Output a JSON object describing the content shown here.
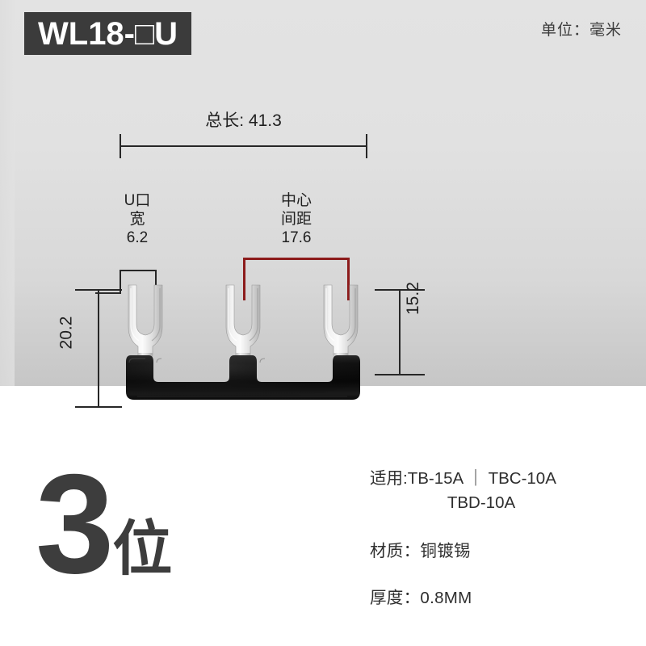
{
  "header": {
    "model_badge": "WL18-□U",
    "unit_note": "单位：毫米"
  },
  "diagram": {
    "total_length": {
      "label": "总长: 41.3",
      "value": 41.3
    },
    "u_opening": {
      "line1": "U口",
      "line2": "宽",
      "value": "6.2"
    },
    "center_spacing": {
      "line1": "中心",
      "line2": "间距",
      "value": "17.6",
      "color": "#8c1b1b"
    },
    "height_overall": "20.2",
    "height_fork": "15.2",
    "product": {
      "name": "3-position U-fork jumper bar",
      "terminal_count": 3,
      "metal_color": "#e9e9e9",
      "body_color": "#141414"
    }
  },
  "footer": {
    "quantity_number": "3",
    "quantity_unit": "位",
    "compat_line1": "适用:TB-15A ｜ TBC-10A",
    "compat_line2": "TBD-10A",
    "material": "材质：铜镀锡",
    "thickness": "厚度：0.8MM"
  }
}
